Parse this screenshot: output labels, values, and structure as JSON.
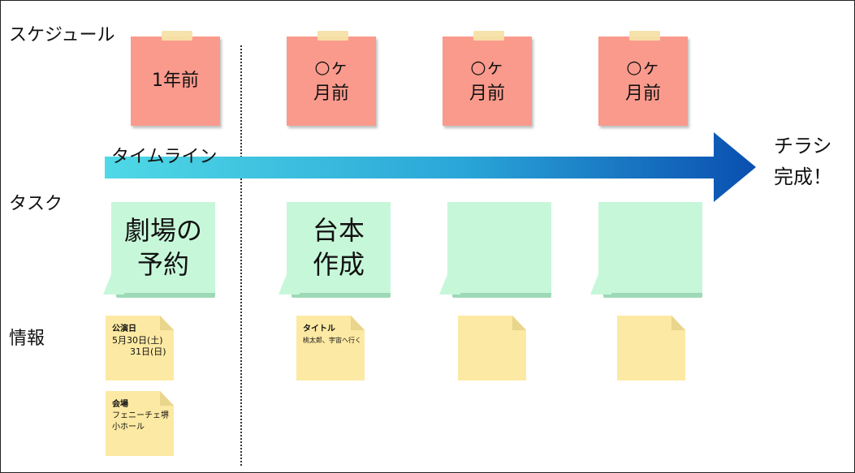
{
  "labels": {
    "schedule": "スケジュール",
    "timeline": "タイムライン",
    "task": "タスク",
    "info": "情報"
  },
  "schedule": [
    "1年前",
    "○ヶ\n月前",
    "○ヶ\n月前",
    "○ヶ\n月前"
  ],
  "goal": {
    "line1": "チラシ",
    "line2": "完成！"
  },
  "tasks": [
    {
      "line1": "劇場の",
      "line2": "予約"
    },
    {
      "line1": "台本",
      "line2": "作成"
    },
    {
      "line1": "",
      "line2": ""
    },
    {
      "line1": "",
      "line2": ""
    }
  ],
  "info": {
    "performance": {
      "title": "公演日",
      "line1": "5月30日(土)",
      "line2": "31日(日)"
    },
    "venue": {
      "title": "会場",
      "line1": "フェニーチェ堺",
      "line2": "小ホール"
    },
    "title_note": {
      "title": "タイトル",
      "line1": "桃太郎、宇宙へ行く"
    }
  },
  "colors": {
    "pink_note": "#fa9a8c",
    "green_note": "#c7f7d9",
    "yellow_note": "#fce9a3",
    "arrow_start": "#4fd9e6",
    "arrow_end": "#0a4fb0"
  }
}
